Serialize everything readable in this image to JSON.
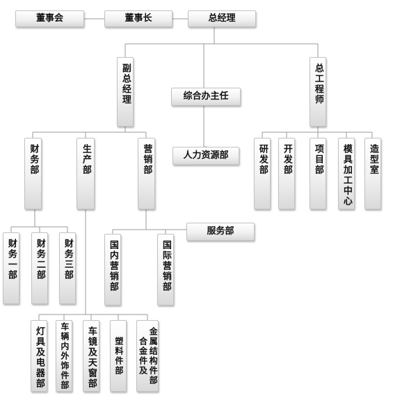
{
  "nodes": {
    "board": "董事会",
    "chairman": "董事长",
    "gm": "总经理",
    "vice_gm": "副总经理",
    "office": "综合办主任",
    "hr": "人力资源部",
    "chief_engineer": "总工程师",
    "finance": "财务部",
    "production": "生产部",
    "marketing": "营销部",
    "service": "服务部",
    "finance_1": "财务一部",
    "finance_2": "财务二部",
    "finance_3": "财务三部",
    "domestic_marketing": "国内营销部",
    "intl_marketing": "国际营销部",
    "rnd": "研发部",
    "development": "开发部",
    "project": "项目部",
    "mold_center": "模具加工中心",
    "styling": "造型室",
    "lamps": "灯具及电器部",
    "vehicle_trim": "车辆内外饰件部",
    "mirror_sunroof": "车镜及天窗部",
    "plastic_parts": "塑料件部",
    "metal_parts": "金属结构件部",
    "alloy_parts": "合金件及"
  }
}
